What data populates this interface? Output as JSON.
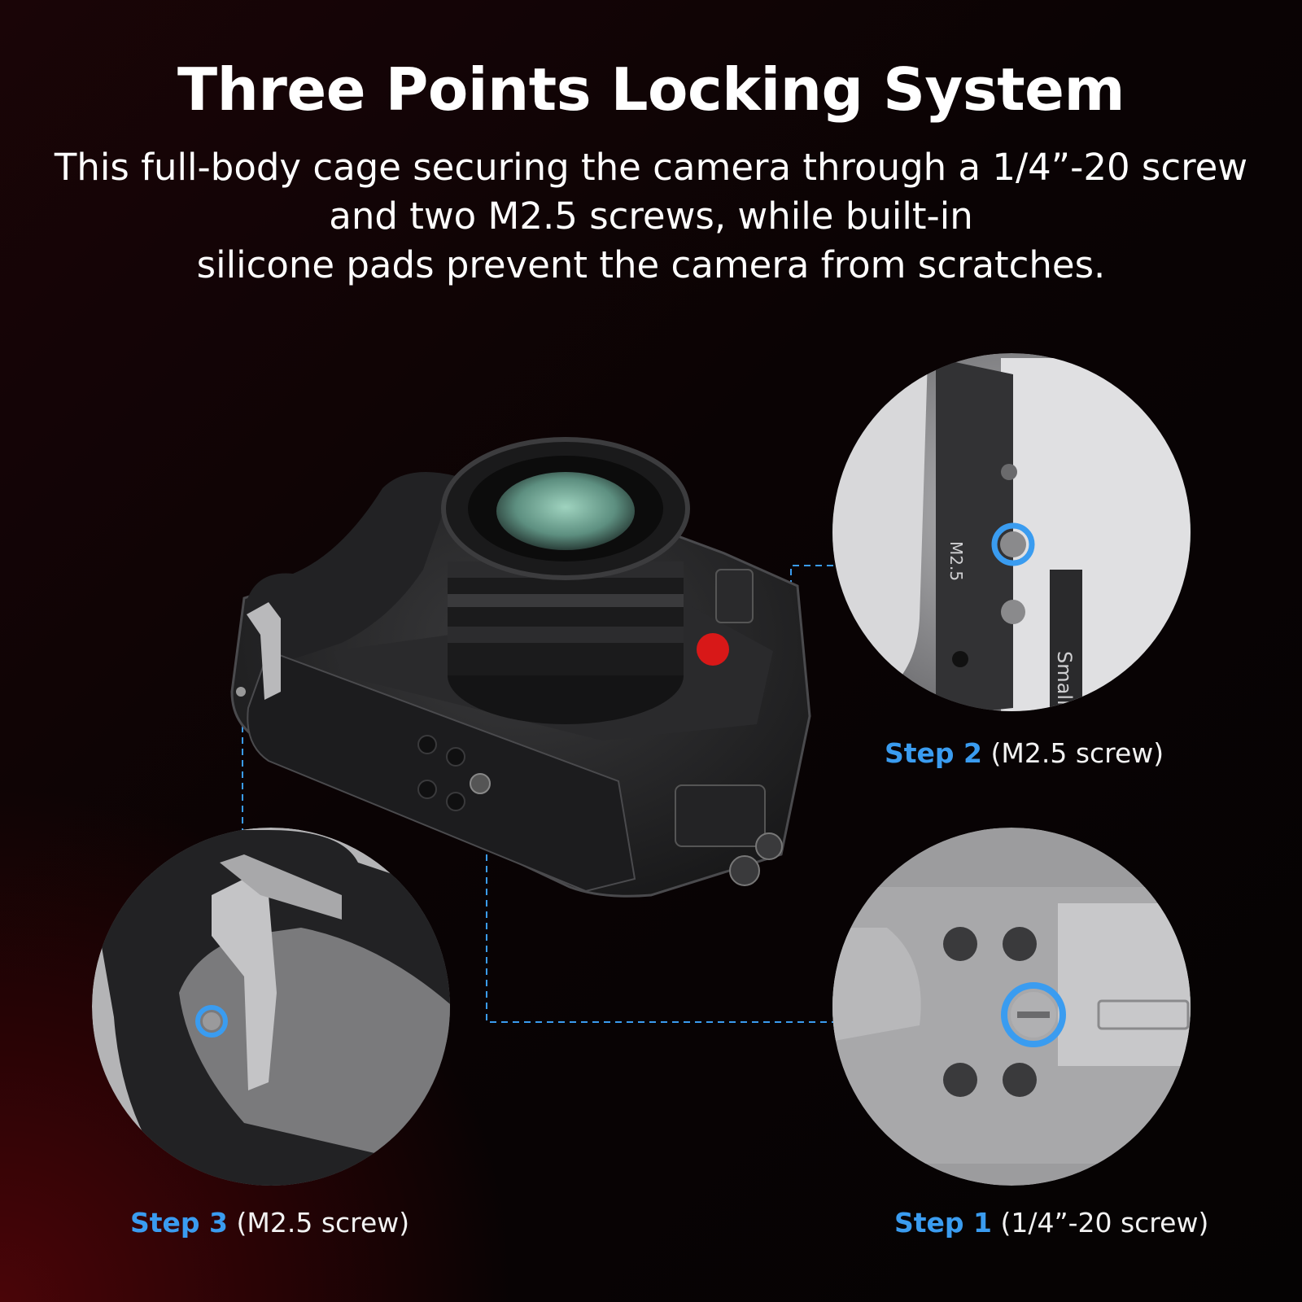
{
  "headline": "Three Points Locking System",
  "description": {
    "line1": "This full-body cage securing the camera through a 1/4”-20 screw",
    "line2": "and two M2.5 screws, while built-in",
    "line3": "silicone pads prevent the camera from scratches."
  },
  "callouts": [
    {
      "step": "Step 2",
      "spec": "(M2.5 screw)"
    },
    {
      "step": "Step 3",
      "spec": "(M2.5 screw)"
    },
    {
      "step": "Step 1",
      "spec": "(1/4”-20 screw)"
    }
  ],
  "imprints": {
    "screw_label": "M2.5",
    "brand_partial": "SmallR"
  },
  "colors": {
    "accent_blue": "#3a9cf0",
    "background_red": "#4a0508",
    "lens_glass": "#7fb3a0",
    "red_dot": "#d81818"
  }
}
